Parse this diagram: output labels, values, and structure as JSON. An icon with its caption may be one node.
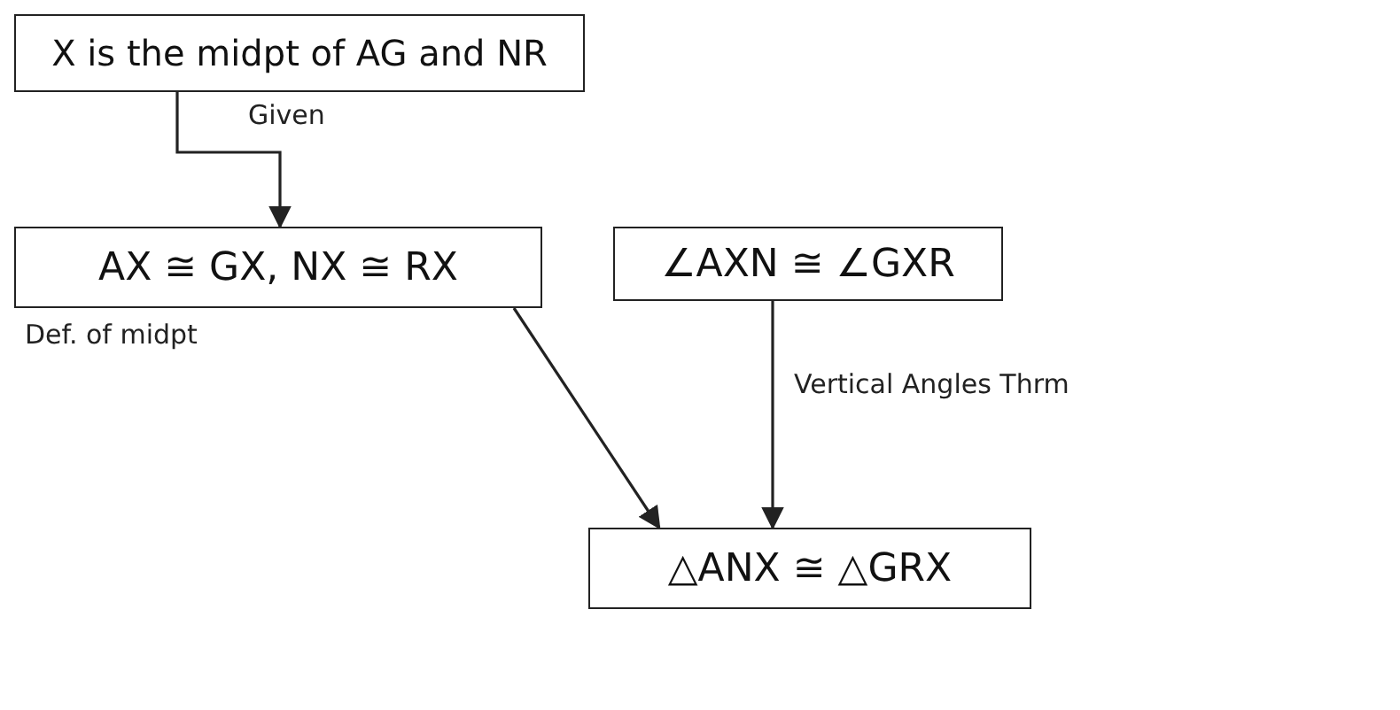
{
  "diagram": {
    "nodes": [
      {
        "text": [
          "X is the midpt of AG and NR"
        ],
        "beside": [
          "Given"
        ]
      },
      {
        "text": [
          "AX ≅ GX, NX ≅ RX"
        ],
        "beside": [
          "Def. of midpt"
        ]
      },
      {
        "text": [
          "∠AXN ≅ ∠GXR"
        ],
        "beside": [
          "Vertical Angles Thrm"
        ]
      },
      {
        "text": [
          "△ANX ≅ △GRX"
        ]
      }
    ],
    "edges": [
      {
        "from": 0,
        "to": 1,
        "arrow": "to"
      },
      {
        "from": 1,
        "to": 3,
        "arrow": "to"
      },
      {
        "from": 2,
        "to": 3,
        "arrow": "to"
      }
    ]
  }
}
